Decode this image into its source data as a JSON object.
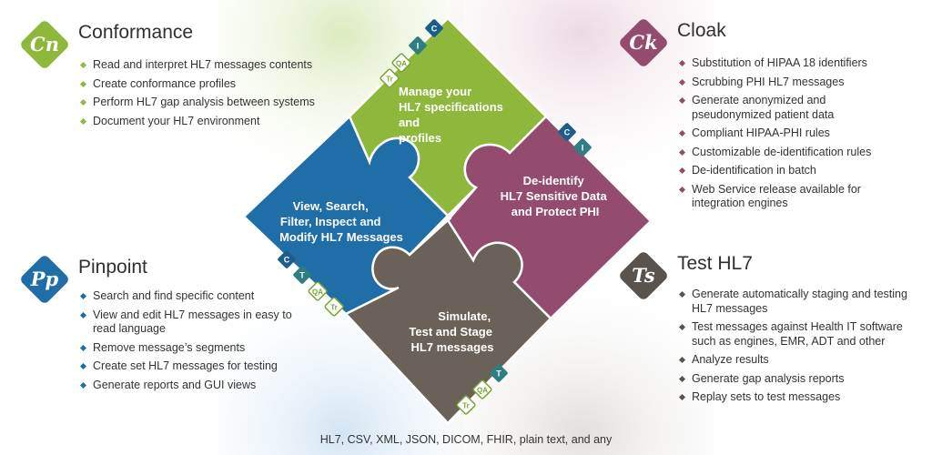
{
  "colors": {
    "green": "#8db83b",
    "purple": "#934c6e",
    "blue": "#1f6ea8",
    "gray": "#6a6158",
    "dark_gray": "#5a534d",
    "badge_blue": "#1b5e8c",
    "badge_teal": "#2f7e82",
    "badge_green": "#7aa631"
  },
  "conformance": {
    "logo": "Cn",
    "title": "Conformance",
    "items": [
      "Read and interpret HL7 messages contents",
      "Create conformance profiles",
      "Perform HL7 gap analysis between systems",
      "Document your HL7 environment"
    ]
  },
  "cloak": {
    "logo": "Ck",
    "title": "Cloak",
    "items": [
      "Substitution of HIPAA 18 identifiers",
      "Scrubbing PHI HL7 messages",
      "Generate anonymized and pseudonymized patient data",
      "Compliant HIPAA-PHI rules",
      "Customizable de-identification rules",
      "De-identification in batch",
      "Web Service release available for integration engines"
    ]
  },
  "pinpoint": {
    "logo": "Pp",
    "title": "Pinpoint",
    "items": [
      "Search and find specific content",
      "View and edit HL7 messages in easy to read language",
      "Remove message’s segments",
      "Create set HL7 messages for testing",
      "Generate reports and GUI views"
    ]
  },
  "test_hl7": {
    "logo": "Ts",
    "title": "Test HL7",
    "items": [
      "Generate automatically staging and testing HL7 messages",
      "Test messages against Health IT software such as engines, EMR, ADT and other",
      "Analyze results",
      "Generate gap analysis reports",
      "Replay sets to test messages"
    ]
  },
  "pieces": {
    "top": {
      "lines": [
        "Manage your",
        "HL7 specifications",
        "and",
        "profiles"
      ]
    },
    "right": {
      "lines": [
        "De-identify",
        "HL7 Sensitive Data",
        "and Protect PHI"
      ]
    },
    "left": {
      "lines": [
        "View, Search,",
        "Filter, Inspect and",
        "Modify HL7 Messages"
      ]
    },
    "bottom": {
      "lines": [
        "Simulate,",
        "Test and Stage",
        "HL7 messages"
      ]
    }
  },
  "badges": {
    "top": [
      "Tr",
      "QA",
      "I",
      "C"
    ],
    "right": [
      "C",
      "I"
    ],
    "left": [
      "C",
      "T",
      "QA",
      "Tr"
    ],
    "bottom": [
      "Tr",
      "QA",
      "T"
    ]
  },
  "footer": "HL7, CSV, XML, JSON, DICOM, FHIR, plain text, and any"
}
